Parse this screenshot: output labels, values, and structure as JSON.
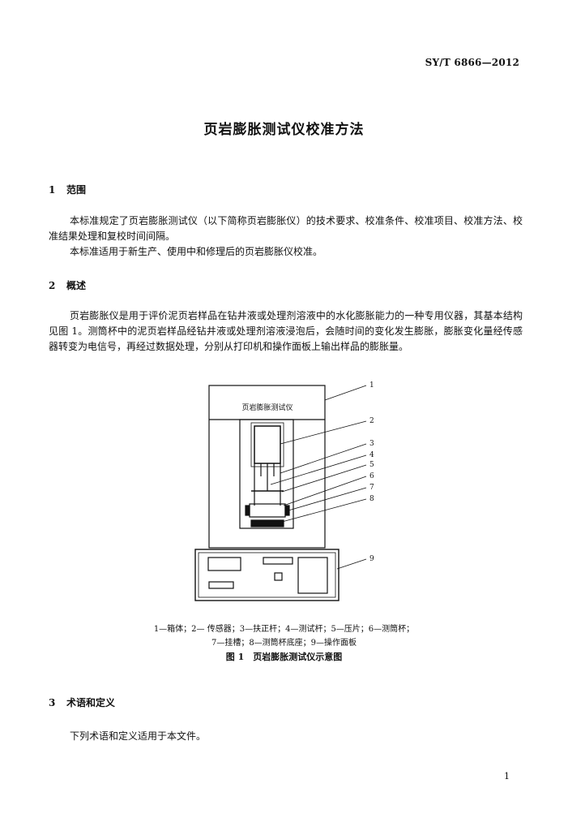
{
  "header": {
    "standard_code": "SY/T 6866—2012"
  },
  "title": "页岩膨胀测试仪校准方法",
  "sections": [
    {
      "num": "1",
      "heading": "范围",
      "paragraphs": [
        "本标准规定了页岩膨胀测试仪（以下简称页岩膨胀仪）的技术要求、校准条件、校准项目、校准方法、校准结果处理和复校时间间隔。",
        "本标准适用于新生产、使用中和修理后的页岩膨胀仪校准。"
      ]
    },
    {
      "num": "2",
      "heading": "概述",
      "paragraphs": [
        "页岩膨胀仪是用于评价泥页岩样品在钻井液或处理剂溶液中的水化膨胀能力的一种专用仪器，其基本结构见图 1。测筒杯中的泥页岩样品经钻井液或处理剂溶液浸泡后，会随时间的变化发生膨胀，膨胀变化量经传感器转变为电信号，再经过数据处理，分别从打印机和操作面板上输出样品的膨胀量。"
      ]
    },
    {
      "num": "3",
      "heading": "术语和定义",
      "paragraphs": [
        "下列术语和定义适用于本文件。"
      ]
    }
  ],
  "figure": {
    "device_label": "页岩膨胀测试仪",
    "callouts": [
      "1",
      "2",
      "3",
      "4",
      "5",
      "6",
      "7",
      "8",
      "9"
    ],
    "legend_line1": "1—箱体；2— 传感器；3—扶正杆；4—测试杆；5—压片；6—测筒杯；",
    "legend_line2": "7—挂槽；8—测筒杯底座；9—操作面板",
    "caption": "图 1　页岩膨胀测试仪示意图"
  },
  "page_number": "1"
}
